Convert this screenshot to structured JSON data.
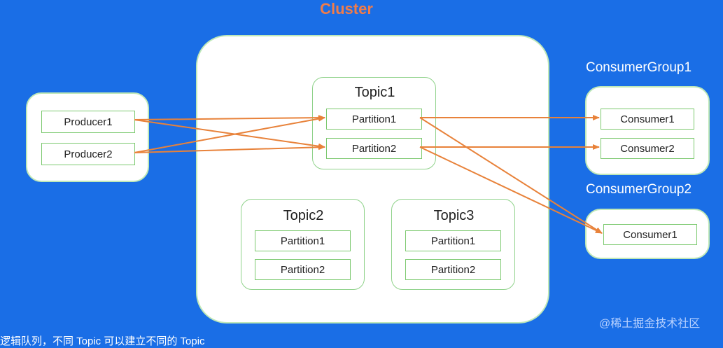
{
  "cluster_label": "Cluster",
  "producers": [
    {
      "label": "Producer1"
    },
    {
      "label": "Producer2"
    }
  ],
  "topics": [
    {
      "name": "Topic1",
      "partitions": [
        "Partition1",
        "Partition2"
      ]
    },
    {
      "name": "Topic2",
      "partitions": [
        "Partition1",
        "Partition2"
      ]
    },
    {
      "name": "Topic3",
      "partitions": [
        "Partition1",
        "Partition2"
      ]
    }
  ],
  "consumer_groups": [
    {
      "name": "ConsumerGroup1",
      "consumers": [
        "Consumer1",
        "Consumer2"
      ]
    },
    {
      "name": "ConsumerGroup2",
      "consumers": [
        "Consumer1"
      ]
    }
  ],
  "arrow_color": "#e8823a",
  "watermark": "@稀土掘金技术社区",
  "subtitle": "逻辑队列，不同 Topic 可以建立不同的 Topic"
}
